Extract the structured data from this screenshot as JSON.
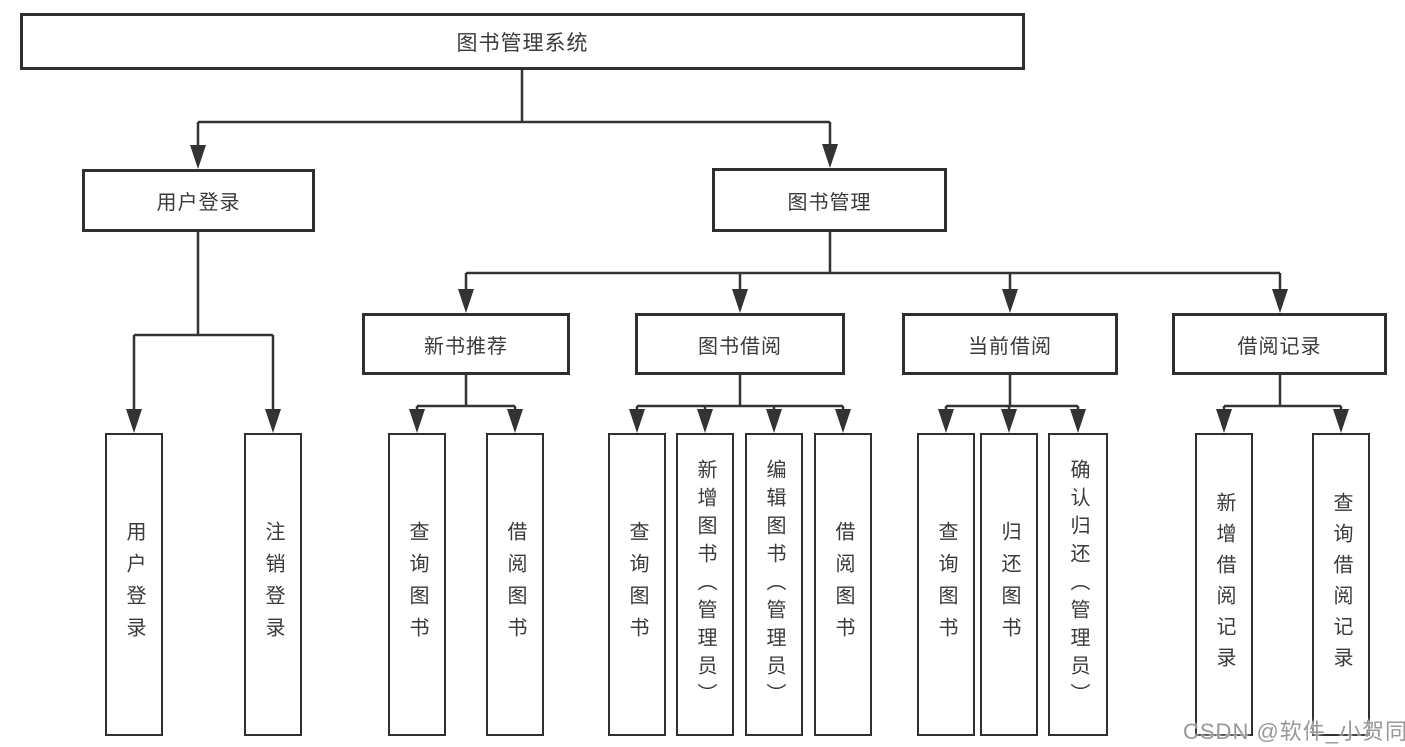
{
  "title": "图书管理系统",
  "watermark": "CSDN @软件_小贺同学",
  "colors": {
    "background": "#ffffff",
    "box_border": "#2f2f2f",
    "connector_line": "#333333",
    "text": "#3a3a3a",
    "watermark_text": "#989898"
  },
  "nodes": {
    "root": {
      "label": "图书管理系统"
    },
    "user_login_branch": {
      "label": "用户登录",
      "children": [
        {
          "label": "用户登录"
        },
        {
          "label": "注销登录"
        }
      ]
    },
    "book_mgmt_branch": {
      "label": "图书管理",
      "children": [
        {
          "label": "新书推荐",
          "children": [
            {
              "label": "查询图书"
            },
            {
              "label": "借阅图书"
            }
          ]
        },
        {
          "label": "图书借阅",
          "children": [
            {
              "label": "查询图书"
            },
            {
              "label": "新增图书（管理员）"
            },
            {
              "label": "编辑图书（管理员）"
            },
            {
              "label": "借阅图书"
            }
          ]
        },
        {
          "label": "当前借阅",
          "children": [
            {
              "label": "查询图书"
            },
            {
              "label": "归还图书"
            },
            {
              "label": "确认归还（管理员）"
            }
          ]
        },
        {
          "label": "借阅记录",
          "children": [
            {
              "label": "新增借阅记录"
            },
            {
              "label": "查询借阅记录"
            }
          ]
        }
      ]
    }
  }
}
